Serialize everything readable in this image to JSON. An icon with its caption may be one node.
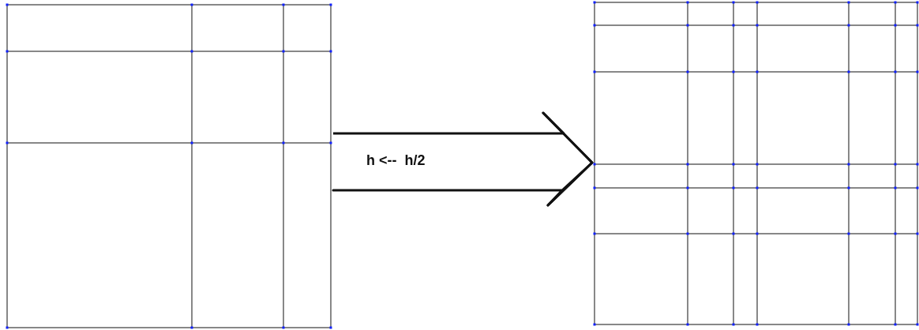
{
  "diagram": {
    "nodes": [
      {
        "text": [],
        "shape": "picture"
      },
      {
        "text": [],
        "shape": "picture"
      }
    ],
    "edges": [
      {
        "from": 0,
        "to": 1,
        "arrow": "to",
        "label": "h <--  h/2"
      }
    ]
  }
}
